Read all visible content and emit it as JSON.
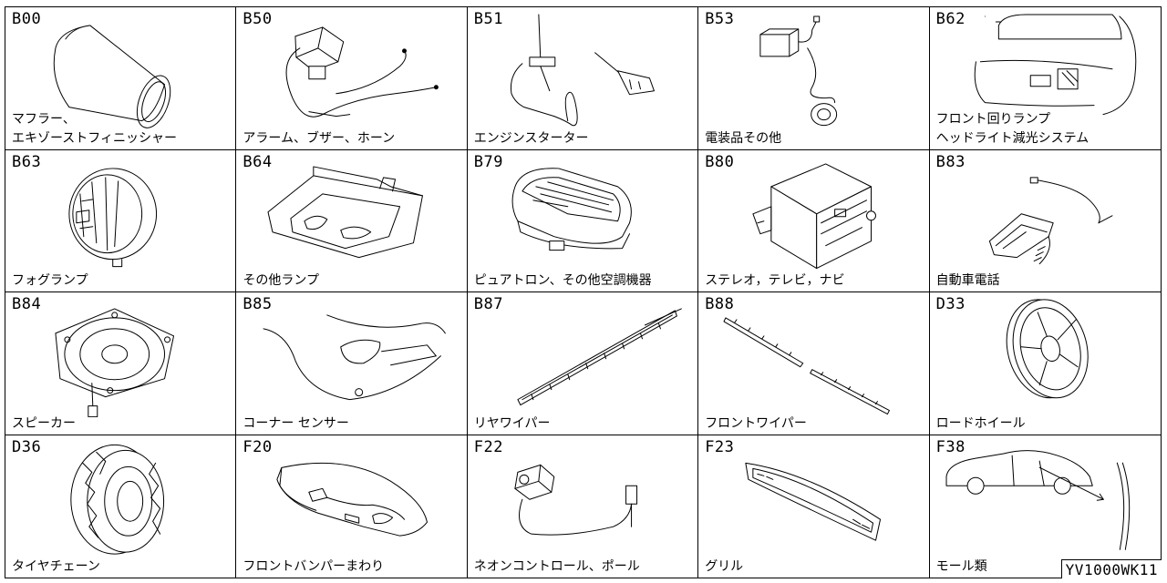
{
  "cells": [
    {
      "code": "B00",
      "label": "マフラー、\nエキゾーストフィニッシャー",
      "icon": "muffler-tip-icon"
    },
    {
      "code": "B50",
      "label": "アラーム、ブザー、ホーン",
      "icon": "alarm-buzzer-icon"
    },
    {
      "code": "B51",
      "label": "エンジンスターター",
      "icon": "engine-starter-icon"
    },
    {
      "code": "B53",
      "label": "電装品その他",
      "icon": "electrical-parts-icon"
    },
    {
      "code": "B62",
      "label": "フロント回りランプ\nヘッドライト減光システム",
      "icon": "front-lamp-icon"
    },
    {
      "code": "B63",
      "label": "フォグランプ",
      "icon": "fog-lamp-icon"
    },
    {
      "code": "B64",
      "label": "その他ランプ",
      "icon": "room-lamp-icon"
    },
    {
      "code": "B79",
      "label": "ピュアトロン、その他空調機器",
      "icon": "air-purifier-icon"
    },
    {
      "code": "B80",
      "label": "ステレオ，テレビ，ナビ",
      "icon": "stereo-icon"
    },
    {
      "code": "B83",
      "label": "自動車電話",
      "icon": "car-phone-icon"
    },
    {
      "code": "B84",
      "label": "スピーカー",
      "icon": "speaker-icon"
    },
    {
      "code": "B85",
      "label": "コーナー センサー",
      "icon": "corner-sensor-icon"
    },
    {
      "code": "B87",
      "label": "リヤワイパー",
      "icon": "rear-wiper-icon"
    },
    {
      "code": "B88",
      "label": "フロントワイパー",
      "icon": "front-wiper-icon"
    },
    {
      "code": "D33",
      "label": "ロードホイール",
      "icon": "road-wheel-icon"
    },
    {
      "code": "D36",
      "label": "タイヤチェーン",
      "icon": "tire-chain-icon"
    },
    {
      "code": "F20",
      "label": "フロントバンパーまわり",
      "icon": "front-bumper-icon"
    },
    {
      "code": "F22",
      "label": "ネオンコントロール、ポール",
      "icon": "neon-control-icon"
    },
    {
      "code": "F23",
      "label": "グリル",
      "icon": "grille-icon"
    },
    {
      "code": "F38",
      "label": "モール類",
      "icon": "molding-icon"
    }
  ],
  "reference_code": "YV1000WK11"
}
